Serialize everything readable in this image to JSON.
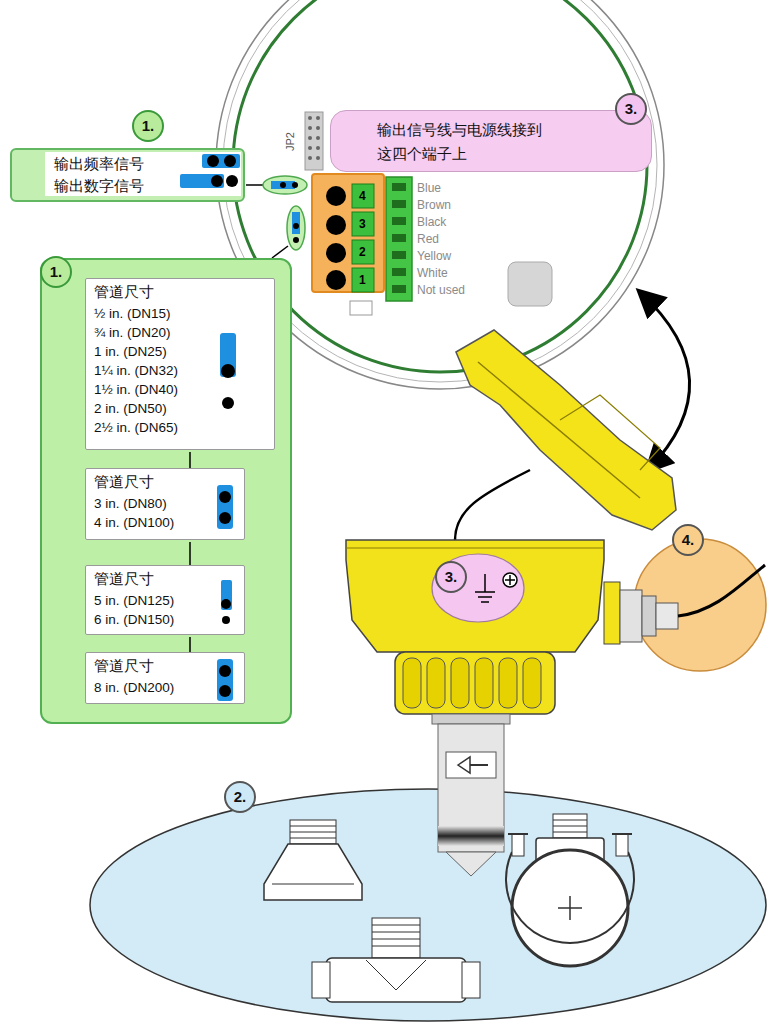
{
  "diagram": {
    "nodes": [
      {
        "text": [
          "1.",
          "输出频率信号",
          "输出数字信号"
        ]
      },
      {
        "text": [
          "1."
        ]
      },
      {
        "text": [
          "管道尺寸",
          "½ in. (DN15)",
          "¾ in. (DN20)",
          "1 in. (DN25)",
          "1¼ in. (DN32)",
          "1½ in. (DN40)",
          "2 in. (DN50)",
          "2½ in. (DN65)"
        ],
        "in": 1
      },
      {
        "text": [
          "管道尺寸",
          "3 in. (DN80)",
          "4 in. (DN100)"
        ],
        "in": 1
      },
      {
        "text": [
          "管道尺寸",
          "5 in. (DN125)",
          "6 in. (DN150)"
        ],
        "in": 1
      },
      {
        "text": [
          "管道尺寸",
          "8 in. (DN200)"
        ],
        "in": 1
      },
      {
        "text": [
          "3.",
          "输出信号线与电源线接到 这四个端子上"
        ]
      }
    ],
    "labels": [
      "JP2",
      "4",
      "3",
      "2",
      "1",
      "Blue",
      "Brown",
      "Black",
      "Red",
      "Yellow",
      "White",
      "Not used",
      "3.",
      "4.",
      "2."
    ]
  }
}
